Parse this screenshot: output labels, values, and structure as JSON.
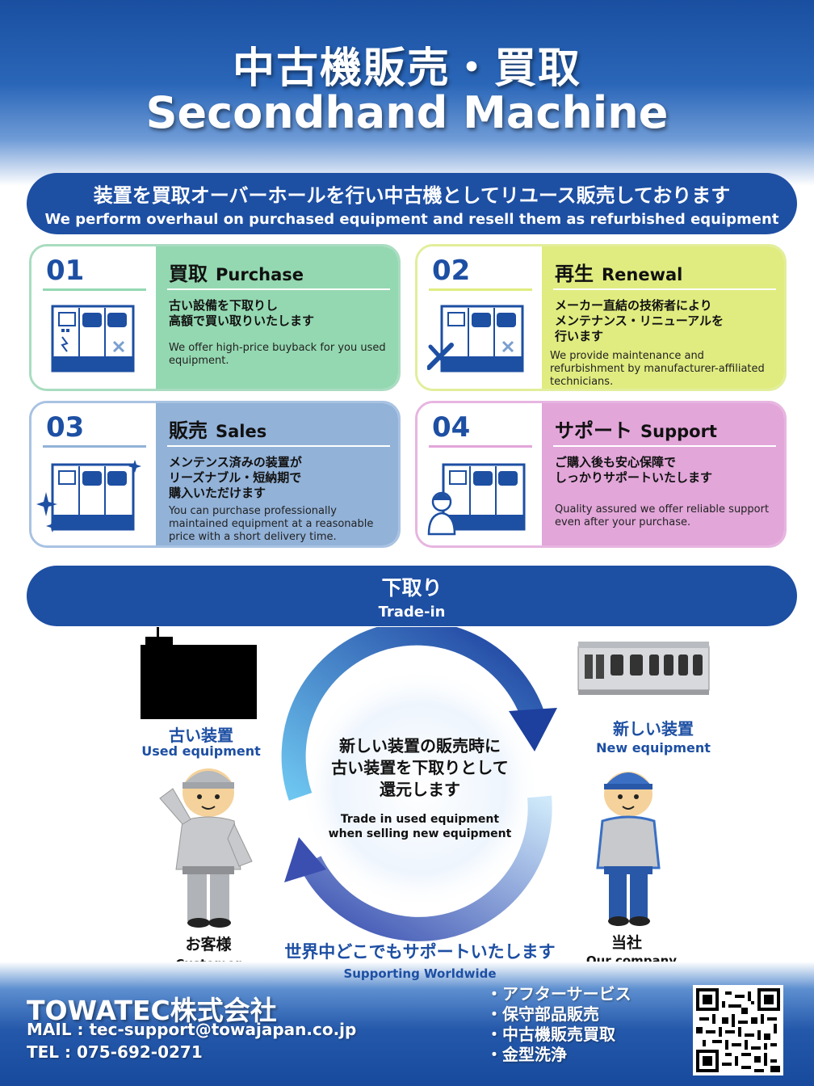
{
  "header": {
    "title_jp": "中古機販売・買取",
    "title_en": "Secondhand Machine"
  },
  "banner": {
    "jp": "装置を買取オーバーホールを行い中古機としてリユース販売しております",
    "en": "We perform overhaul on purchased equipment and resell them as refurbished equipment"
  },
  "cards": [
    {
      "num": "01",
      "title_jp": "買取",
      "title_en": "Purchase",
      "desc_jp": "古い設備を下取りし\n高額で買い取りいたします",
      "desc_en": "We offer high-price buyback for you used equipment."
    },
    {
      "num": "02",
      "title_jp": "再生",
      "title_en": "Renewal",
      "desc_jp": "メーカー直結の技術者により\nメンテナンス・リニューアルを\n行います",
      "desc_en": "We provide maintenance and refurbishment by manufacturer-affiliated technicians."
    },
    {
      "num": "03",
      "title_jp": "販売",
      "title_en": "Sales",
      "desc_jp": "メンテンス済みの装置が\nリーズナブル・短納期で\n購入いただけます",
      "desc_en": "You can purchase professionally maintained equipment at a reasonable price with a short delivery time."
    },
    {
      "num": "04",
      "title_jp": "サポート",
      "title_en": "Support",
      "desc_jp": "ご購入後も安心保障で\nしっかりサポートいたします",
      "desc_en": "Quality assured we offer reliable support even after your purchase."
    }
  ],
  "tradein": {
    "jp": "下取り",
    "en": "Trade-in"
  },
  "diagram": {
    "old_jp": "古い装置",
    "old_en": "Used equipment",
    "new_jp": "新しい装置",
    "new_en": "New equipment",
    "center_jp": "新しい装置の販売時に\n古い装置を下取りとして\n還元します",
    "center_en": "Trade in used equipment\nwhen selling new equipment",
    "customer_jp": "お客様",
    "customer_en": "Customer",
    "company_jp": "当社",
    "company_en": "Our company",
    "worldwide_jp": "世界中どこでもサポートいたします",
    "worldwide_en": "Supporting Worldwide"
  },
  "footer": {
    "company": "TOWATEC株式会社",
    "mail": "MAIL : tec-support@towajapan.co.jp",
    "tel": "TEL : 075-692-0271",
    "services": [
      "・アフターサービス",
      "・保守部品販売",
      "・中古機販売買取",
      "・金型洗浄"
    ]
  },
  "colors": {
    "brand_blue": "#1d4fa3",
    "purchase": "#94d8b1",
    "renewal": "#e0ec80",
    "sales": "#92b2d8",
    "support": "#e2a6d9"
  }
}
